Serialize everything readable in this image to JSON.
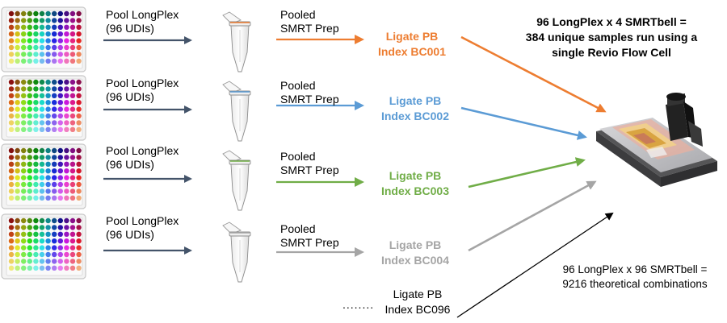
{
  "rows": [
    {
      "pool": "Pool LongPlex\n(96 UDIs)",
      "prep": "Pooled\nSMRT Prep",
      "ligate": "Ligate PB\nIndex BC001",
      "color": "#ed7d31"
    },
    {
      "pool": "Pool LongPlex\n(96 UDIs)",
      "prep": "Pooled\nSMRT Prep",
      "ligate": "Ligate PB\nIndex BC002",
      "color": "#5b9bd5"
    },
    {
      "pool": "Pool LongPlex\n(96 UDIs)",
      "prep": "Pooled\nSMRT Prep",
      "ligate": "Ligate PB\nIndex BC003",
      "color": "#70ad47"
    },
    {
      "pool": "Pool LongPlex\n(96 UDIs)",
      "prep": "Pooled\nSMRT Prep",
      "ligate": "Ligate PB\nIndex BC004",
      "color": "#a5a5a5"
    }
  ],
  "last_ligate": "Ligate PB\nIndex BC096",
  "ellipsis": "........",
  "headline": "96 LongPlex x 4 SMRTbell =\n384 unique samples run using a\nsingle Revio Flow Cell",
  "theoretical": "96 LongPlex x 96 SMRTbell =\n9216 theoretical combinations",
  "colors": {
    "arrow_dark": "#44546a",
    "black": "#000000",
    "plate_frame": "#c8c8c8",
    "device_base": "#8a8a8c"
  },
  "icons": [
    "96-well-plate-icon",
    "microtube-icon",
    "revio-flow-cell-device-icon"
  ]
}
